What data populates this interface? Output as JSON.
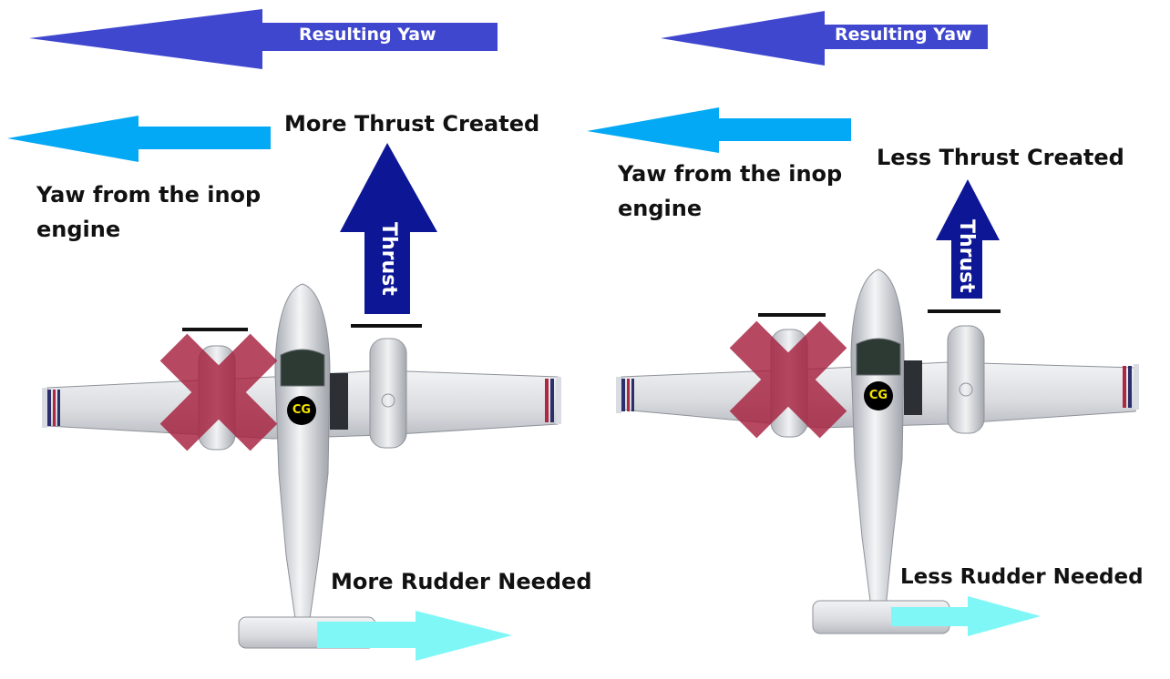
{
  "colors": {
    "resulting_yaw_arrow": "#4047cf",
    "yaw_arrow": "#03a9f4",
    "thrust_arrow": "#0d1796",
    "rudder_arrow": "#7ff7f7",
    "inop_cross": "#a7213f",
    "cg_fill": "#000000",
    "cg_text": "#f5e500"
  },
  "left_panel": {
    "resulting_yaw": "Resulting Yaw",
    "thrust_caption": "More Thrust Created",
    "yaw_caption_line1": "Yaw from the inop",
    "yaw_caption_line2": "engine",
    "thrust_label": "Thrust",
    "cg_label": "CG",
    "rudder_caption": "More Rudder Needed"
  },
  "right_panel": {
    "resulting_yaw": "Resulting Yaw",
    "thrust_caption": "Less Thrust Created",
    "yaw_caption_line1": "Yaw from the inop",
    "yaw_caption_line2": "engine",
    "thrust_label": "Thrust",
    "cg_label": "CG",
    "rudder_caption": "Less Rudder Needed"
  }
}
